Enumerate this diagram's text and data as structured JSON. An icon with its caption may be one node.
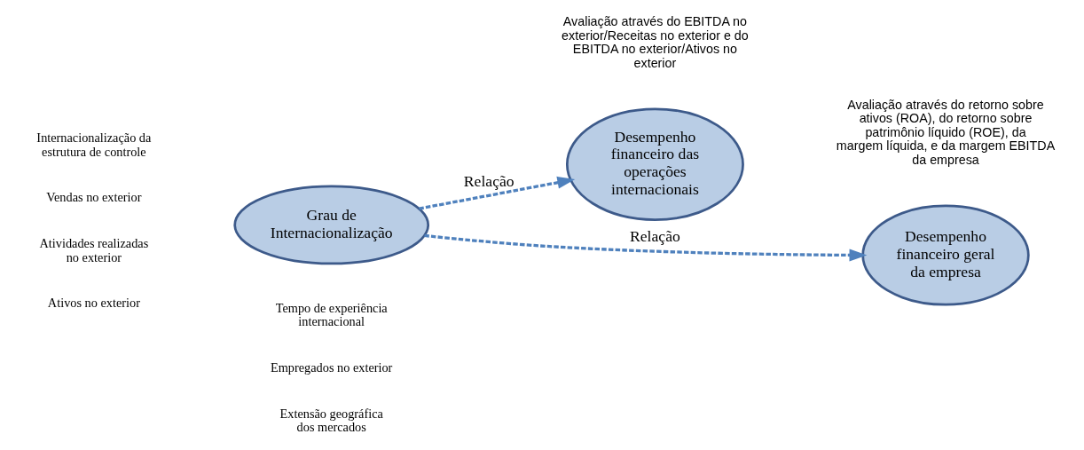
{
  "diagram": {
    "nodes": [
      {
        "text": [
          "Grau de Internacionalização"
        ],
        "beside": [
          "Internacionalização da estrutura de controle",
          "Vendas no exterior",
          "Atividades realizadas no exterior",
          "Ativos no exterior",
          "Extensão geográfica dos mercados",
          "Empregados no exterior",
          "Tempo de experiência internacional"
        ]
      },
      {
        "text": [
          "Desempenho financeiro das operações internacionais"
        ],
        "beside": [
          "Avaliação através do EBITDA no exterior/Receitas no exterior e do EBITDA no exterior/Ativos no exterior"
        ]
      },
      {
        "text": [
          "Desempenho financeiro geral da empresa"
        ],
        "beside": [
          "Avaliação através do retorno sobre ativos (ROA), do retorno sobre patrimônio líquido (ROE), da margem líquida, e da margem EBITDA da empresa"
        ]
      }
    ],
    "edges": [
      {
        "from": 0,
        "to": 1,
        "arrow": "to",
        "label": "Relação",
        "style": "dashed"
      },
      {
        "from": 0,
        "to": 2,
        "arrow": "to",
        "label": "Relação",
        "style": "dashed"
      }
    ]
  }
}
